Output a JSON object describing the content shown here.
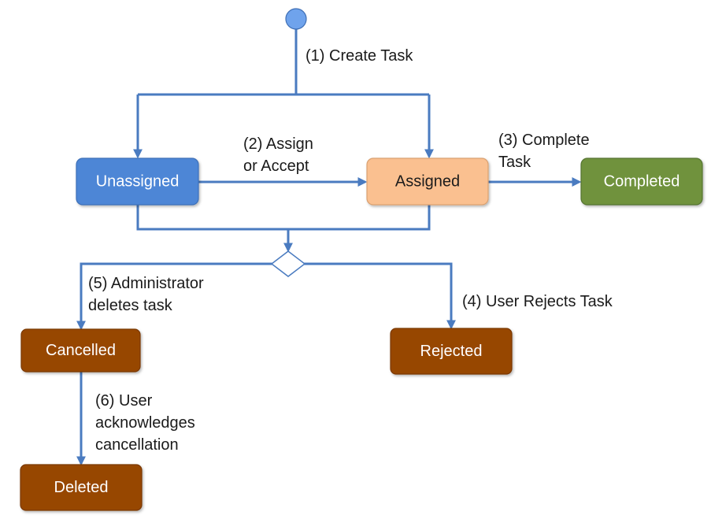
{
  "diagram": {
    "colors": {
      "edge": "#4a7bc0",
      "start_fill": "#6fa3ec",
      "start_stroke": "#3f6fb5",
      "unassigned_fill": "#4e86d6",
      "unassigned_stroke": "#3d6fb8",
      "assigned_fill": "#fac090",
      "assigned_stroke": "#d9a070",
      "completed_fill": "#6f923c",
      "completed_stroke": "#557331",
      "terminal_fill": "#974606",
      "terminal_stroke": "#7a3805",
      "light_text": "#ffffff",
      "dark_text": "#1a1a1a"
    },
    "nodes": {
      "unassigned": "Unassigned",
      "assigned": "Assigned",
      "completed": "Completed",
      "cancelled": "Cancelled",
      "rejected": "Rejected",
      "deleted": "Deleted"
    },
    "edges": {
      "create_task": [
        "(1) Create Task"
      ],
      "assign_or_accept": [
        "(2) Assign",
        "or Accept"
      ],
      "complete_task": [
        "(3) Complete",
        "Task"
      ],
      "user_rejects": [
        "(4) User Rejects Task"
      ],
      "admin_deletes": [
        "(5) Administrator",
        "deletes task"
      ],
      "user_acknowledges": [
        "(6) User",
        "acknowledges",
        "cancellation"
      ]
    }
  }
}
